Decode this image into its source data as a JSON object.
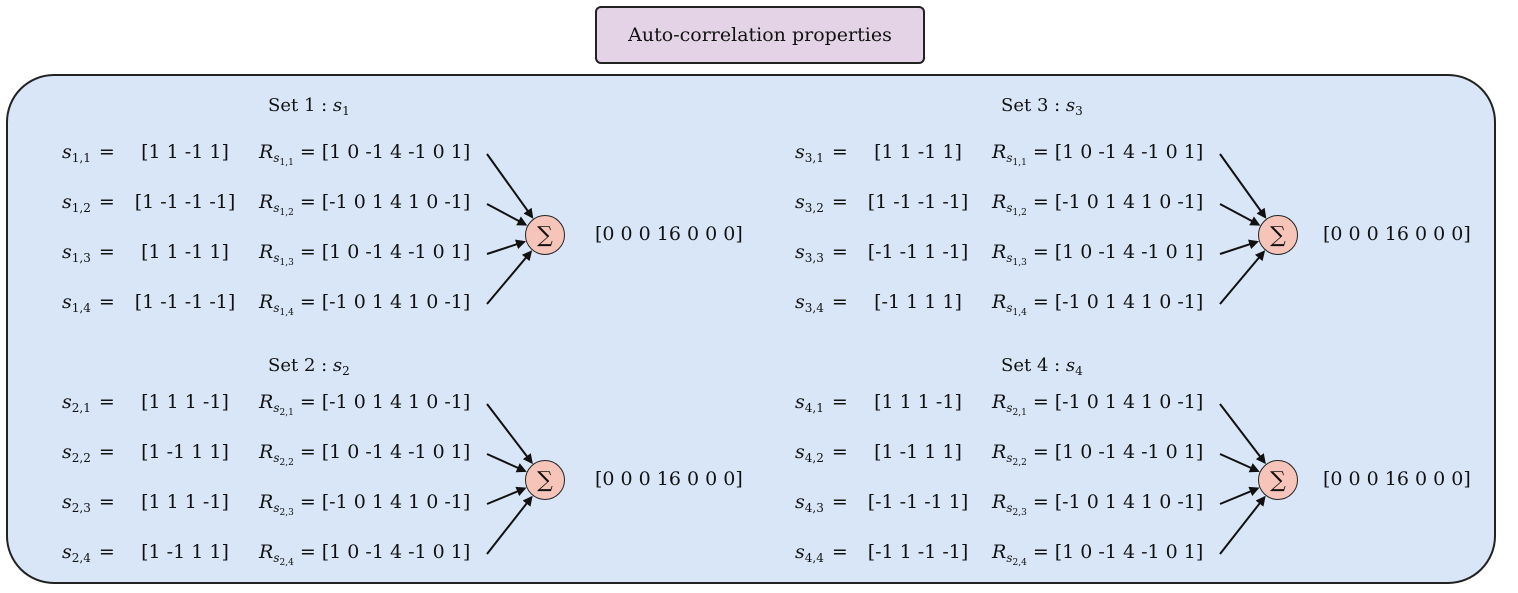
{
  "title": "Auto-correlation properties",
  "sets": [
    {
      "title_prefix": "Set 1 : ",
      "title_var": "s",
      "title_sub": "1",
      "rows": [
        {
          "s_idx": "1,1",
          "seq": "[1 1 -1 1]",
          "r_idx": "1,1",
          "r": "[1 0 -1 4 -1 0 1]"
        },
        {
          "s_idx": "1,2",
          "seq": "[1 -1 -1 -1]",
          "r_idx": "1,2",
          "r": "[-1 0 1 4 1 0 -1]"
        },
        {
          "s_idx": "1,3",
          "seq": "[1 1 -1 1]",
          "r_idx": "1,3",
          "r": "[1 0 -1 4 -1 0 1]"
        },
        {
          "s_idx": "1,4",
          "seq": "[1 -1 -1 -1]",
          "r_idx": "1,4",
          "r": "[-1 0 1 4 1 0 -1]"
        }
      ],
      "sum_symbol": "∑",
      "result": "[0 0 0 16 0 0 0]"
    },
    {
      "title_prefix": "Set 2 : ",
      "title_var": "s",
      "title_sub": "2",
      "rows": [
        {
          "s_idx": "2,1",
          "seq": "[1 1 1 -1]",
          "r_idx": "2,1",
          "r": "[-1 0 1 4 1 0 -1]"
        },
        {
          "s_idx": "2,2",
          "seq": "[1 -1 1 1]",
          "r_idx": "2,2",
          "r": "[1 0 -1 4 -1 0 1]"
        },
        {
          "s_idx": "2,3",
          "seq": "[1 1 1 -1]",
          "r_idx": "2,3",
          "r": "[-1 0 1 4 1 0 -1]"
        },
        {
          "s_idx": "2,4",
          "seq": "[1 -1 1 1]",
          "r_idx": "2,4",
          "r": "[1 0 -1 4 -1 0 1]"
        }
      ],
      "sum_symbol": "∑",
      "result": "[0 0 0 16 0 0 0]"
    },
    {
      "title_prefix": "Set 3 : ",
      "title_var": "s",
      "title_sub": "3",
      "rows": [
        {
          "s_idx": "3,1",
          "seq": "[1 1 -1 1]",
          "r_idx": "1,1",
          "r": "[1 0 -1 4 -1 0 1]"
        },
        {
          "s_idx": "3,2",
          "seq": "[1 -1 -1 -1]",
          "r_idx": "1,2",
          "r": "[-1 0 1 4 1 0 -1]"
        },
        {
          "s_idx": "3,3",
          "seq": "[-1 -1 1 -1]",
          "r_idx": "1,3",
          "r": "[1 0 -1 4 -1 0 1]"
        },
        {
          "s_idx": "3,4",
          "seq": "[-1 1 1 1]",
          "r_idx": "1,4",
          "r": "[-1 0 1 4 1 0 -1]"
        }
      ],
      "sum_symbol": "∑",
      "result": "[0 0 0 16 0 0 0]"
    },
    {
      "title_prefix": "Set 4 : ",
      "title_var": "s",
      "title_sub": "4",
      "rows": [
        {
          "s_idx": "4,1",
          "seq": "[1 1 1 -1]",
          "r_idx": "2,1",
          "r": "[-1 0 1 4 1 0 -1]"
        },
        {
          "s_idx": "4,2",
          "seq": "[1 -1 1 1]",
          "r_idx": "2,2",
          "r": "[1 0 -1 4 -1 0 1]"
        },
        {
          "s_idx": "4,3",
          "seq": "[-1 -1 -1 1]",
          "r_idx": "2,3",
          "r": "[-1 0 1 4 1 0 -1]"
        },
        {
          "s_idx": "4,4",
          "seq": "[-1 1 -1 -1]",
          "r_idx": "2,4",
          "r": "[1 0 -1 4 -1 0 1]"
        }
      ],
      "sum_symbol": "∑",
      "result": "[0 0 0 16 0 0 0]"
    }
  ],
  "labels": {
    "s_var": "s",
    "r_var": "R",
    "equals": "="
  },
  "colors": {
    "panel": "#d9e6f7",
    "title_box": "#e4d3e6",
    "sum_node": "#f6c4b8",
    "stroke": "#222222"
  }
}
